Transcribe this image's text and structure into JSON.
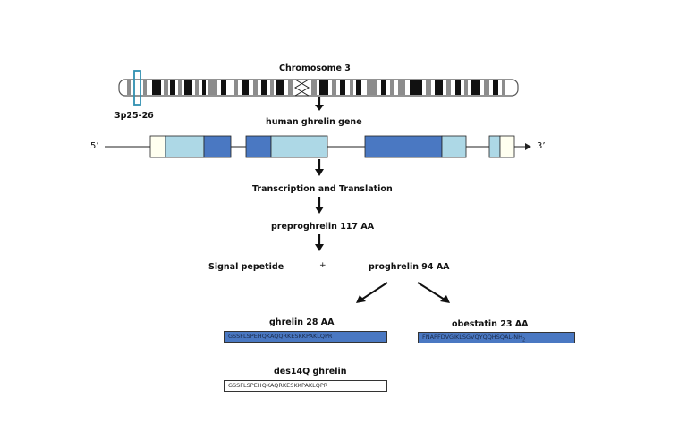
{
  "chromosome": {
    "title": "Chromosome 3",
    "locus": "3p25-26",
    "colors": {
      "outline": "#555555",
      "dark_band": "#111111",
      "grey_band": "#8c8c8c",
      "locus_box": "#2f8fb0"
    }
  },
  "gene": {
    "title": "human ghrelin gene",
    "five_prime": "5’",
    "three_prime": "3’",
    "colors": {
      "dark_exon": "#4a78c2",
      "light_exon": "#add8e6",
      "utr": "#fffff0"
    }
  },
  "steps": {
    "transcription": "Transcription and Translation",
    "preproghrelin": "preproghrelin  117 AA",
    "signal_peptide": "Signal pepetide",
    "plus": "+",
    "proghrelin": "proghrelin  94 AA"
  },
  "products": {
    "ghrelin": {
      "title": "ghrelin 28 AA",
      "sequence": "GSSFLSPEHQKAQQRKESKKPAKLQPR",
      "color": "#4a78c2"
    },
    "obestatin": {
      "title": "obestatin 23 AA",
      "sequence": "FNAPFDVGIKLSGVQYQQHSQAL-NH",
      "subscript": "2",
      "color": "#4a78c2"
    },
    "des14q": {
      "title": "des14Q ghrelin",
      "sequence": "GSSFLSPEHQKAQRKESKKPAKLQPR",
      "color": "#ffffff"
    }
  }
}
